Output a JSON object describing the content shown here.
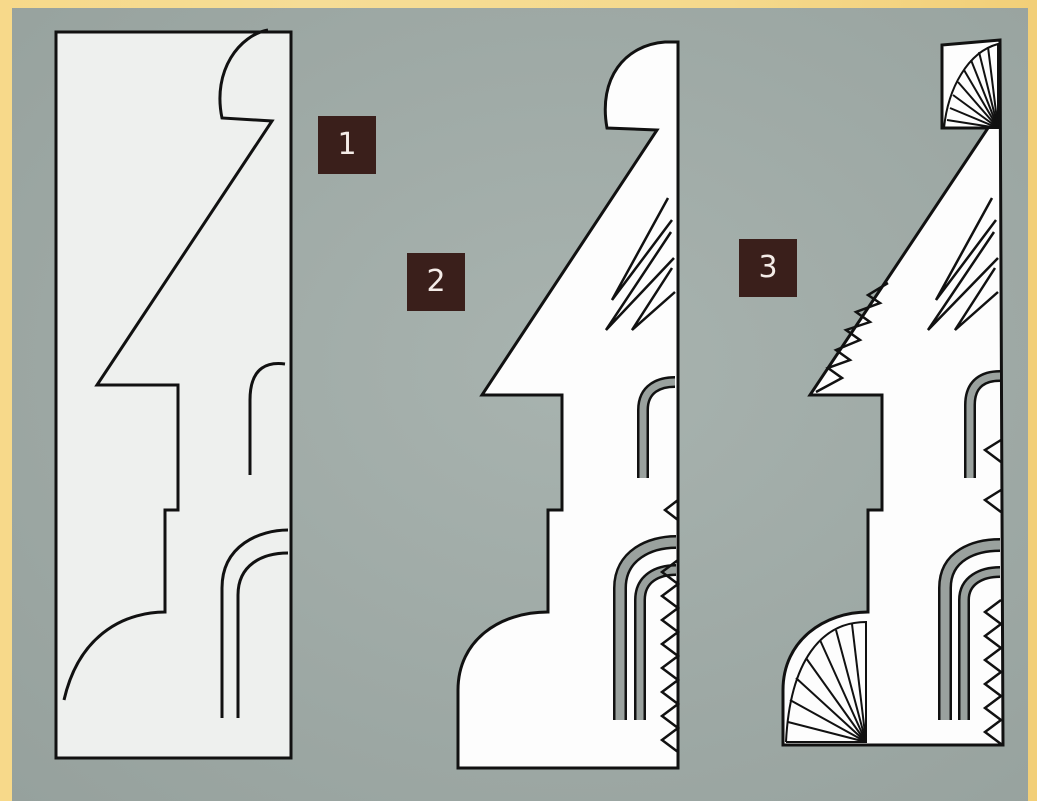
{
  "figure": {
    "steps": [
      {
        "number": "1"
      },
      {
        "number": "2"
      },
      {
        "number": "3"
      }
    ]
  }
}
